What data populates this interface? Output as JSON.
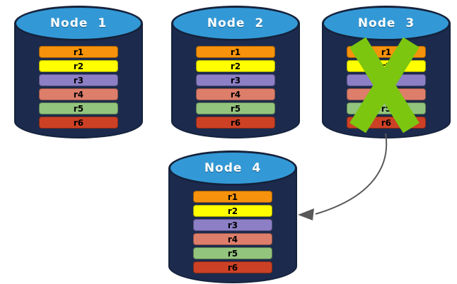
{
  "diagram": {
    "type": "database-replication-failover-diagram",
    "colors": {
      "background": "#FFFFFF",
      "cylinder_body": "#1C2B4D",
      "cylinder_outline": "#15223C",
      "cylinder_top": "#3399D6",
      "title_text": "#FFFFFF",
      "row_text": "#000000",
      "x_mark": "#7CC610",
      "arrow": "#595959"
    },
    "row_colors": {
      "r1": "#F6920B",
      "r2": "#FFFF00",
      "r3": "#8C7FC6",
      "r4": "#DD7E6B",
      "r5": "#93C47D",
      "r6": "#CC4125"
    },
    "nodes": [
      {
        "id": "node-1",
        "title": "Node 1",
        "failed": false,
        "rows": [
          "r1",
          "r2",
          "r3",
          "r4",
          "r5",
          "r6"
        ]
      },
      {
        "id": "node-2",
        "title": "Node 2",
        "failed": false,
        "rows": [
          "r1",
          "r2",
          "r3",
          "r4",
          "r5",
          "r6"
        ]
      },
      {
        "id": "node-3",
        "title": "Node 3",
        "failed": true,
        "rows": [
          "r1",
          "r2",
          "r3",
          "r4",
          "r5",
          "r6"
        ]
      },
      {
        "id": "node-4",
        "title": "Node 4",
        "failed": false,
        "rows": [
          "r1",
          "r2",
          "r3",
          "r4",
          "r5",
          "r6"
        ]
      }
    ],
    "arrow": {
      "from": "node-3",
      "to": "node-4"
    }
  }
}
